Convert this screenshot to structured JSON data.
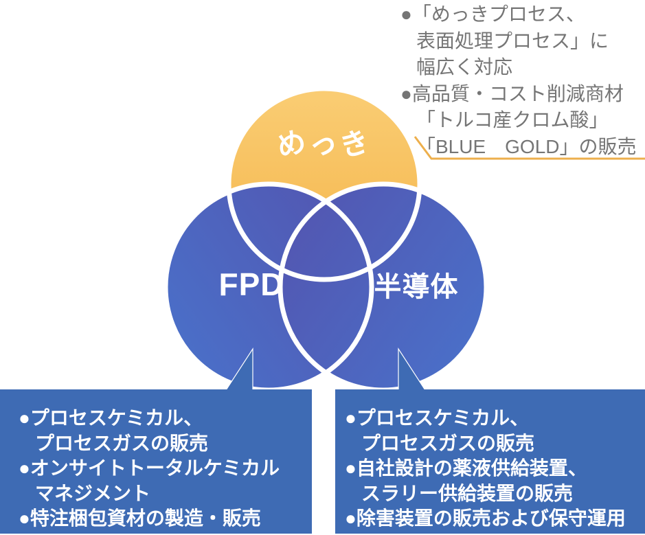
{
  "colors": {
    "orange_top": "#FACD74",
    "orange_bottom": "#F4B449",
    "blue_edge": "#4A70C9",
    "blue_center": "#5355B0",
    "circle_outline": "#FFFFFF",
    "box_blue": "#3E6BB4",
    "annotation_text": "#757575",
    "callout_line": "#EDAF4C",
    "label_text": "#FFFFFF"
  },
  "venn": {
    "plating_label": "めっき",
    "fpd_label": "FPD",
    "semiconductor_label": "半導体"
  },
  "plating_note": {
    "lines": [
      "●「めっきプロセス、",
      "表面処理プロセス」に",
      "幅広く対応",
      "●高品質・コスト削減商材",
      "「トルコ産クロム酸」",
      "「BLUE　GOLD」の販売"
    ]
  },
  "fpd_box": {
    "lines": [
      "●プロセスケミカル、",
      "プロセスガスの販売",
      "●オンサイトトータルケミカル",
      "マネジメント",
      "●特注梱包資材の製造・販売"
    ]
  },
  "semiconductor_box": {
    "lines": [
      "●プロセスケミカル、",
      "プロセスガスの販売",
      "●自社設計の薬液供給装置、",
      "スラリー供給装置の販売",
      "●除害装置の販売および保守運用"
    ]
  }
}
